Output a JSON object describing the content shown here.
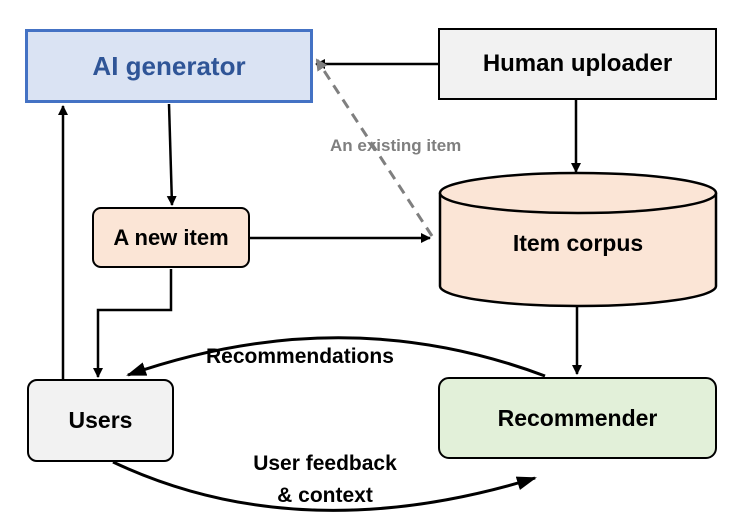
{
  "nodes": {
    "ai_generator": "AI generator",
    "human_uploader": "Human uploader",
    "new_item": "A new item",
    "item_corpus": "Item corpus",
    "users": "Users",
    "recommender": "Recommender"
  },
  "edge_labels": {
    "existing_item": "An existing item",
    "recommendations": "Recommendations",
    "feedback_line1": "User feedback",
    "feedback_line2": "& context"
  },
  "colors": {
    "ai_generator_fill": "#dae3f3",
    "ai_generator_border": "#4472c4",
    "ai_generator_text": "#2f5597",
    "human_uploader_fill": "#f2f2f2",
    "new_item_fill": "#fbe5d6",
    "item_corpus_fill": "#fbe5d6",
    "users_fill": "#f2f2f2",
    "recommender_fill": "#e2f0d9",
    "dashed_arrow": "#7f7f7f",
    "arrow": "#000000"
  }
}
